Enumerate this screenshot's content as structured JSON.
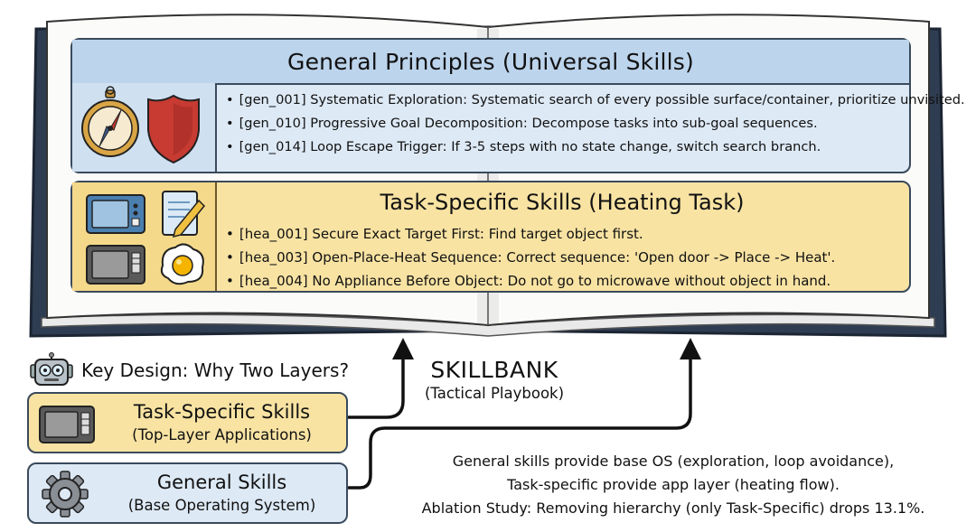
{
  "general": {
    "title": "General Principles (Universal Skills)",
    "items": [
      "[gen_001] Systematic Exploration: Systematic search of every possible surface/container, prioritize unvisited.",
      "[gen_010] Progressive Goal Decomposition: Decompose tasks into sub-goal sequences.",
      "[gen_014] Loop Escape Trigger: If 3-5 steps with no state change, switch search branch."
    ],
    "icons": [
      "compass-icon",
      "shield-icon"
    ]
  },
  "task": {
    "title": "Task-Specific Skills (Heating Task)",
    "items": [
      "[hea_001] Secure Exact Target First: Find target object first.",
      "[hea_003] Open-Place-Heat Sequence: Correct sequence: 'Open door -> Place -> Heat'.",
      "[hea_004] No Appliance Before Object: Do not go to microwave without object in hand."
    ],
    "icons": [
      "microwave-icon",
      "notepad-icon",
      "oven-icon",
      "fried-egg-icon"
    ]
  },
  "key_design": {
    "text": "Key Design: Why Two Layers?",
    "icon": "robot-icon"
  },
  "legend": {
    "task_title": "Task-Specific Skills",
    "task_sub": "(Top-Layer Applications)",
    "general_title": "General Skills",
    "general_sub": "(Base Operating System)"
  },
  "skillbank": {
    "title": "SKILLBANK",
    "subtitle": "(Tactical Playbook)"
  },
  "note": {
    "line1": "General skills provide base OS (exploration, loop avoidance),",
    "line2": "Task-specific provide app layer (heating flow).",
    "line3": "Ablation Study: Removing hierarchy (only Task-Specific) drops 13.1%."
  },
  "bullet": "•",
  "colors": {
    "general_fill": "#dde9f5",
    "general_header": "#bcd4ec",
    "task_fill": "#f8e3a3",
    "book_cover": "#2f3d52",
    "outline": "#3a4a5c"
  }
}
